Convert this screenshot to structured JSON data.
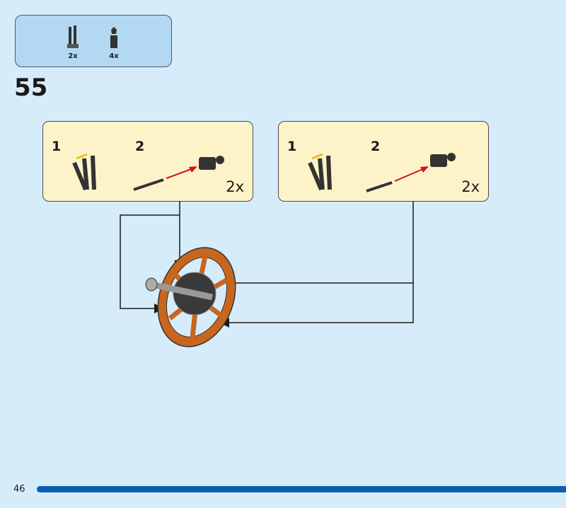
{
  "parts_list": [
    {
      "name": "bar-with-clips",
      "qty": "2x"
    },
    {
      "name": "clip-connector",
      "qty": "4x"
    }
  ],
  "step_number": "55",
  "callouts": [
    {
      "substeps": [
        "1",
        "2"
      ],
      "multiplier": "2x"
    },
    {
      "substeps": [
        "1",
        "2"
      ],
      "multiplier": "2x"
    }
  ],
  "page_number": "46",
  "colors": {
    "background": "#d6ecfa",
    "parts_box": "#b3d8f2",
    "callout": "#fdf3c9",
    "progress": "#0a5fad",
    "wheel": "#c9661d",
    "arrow_red": "#d0141c"
  }
}
